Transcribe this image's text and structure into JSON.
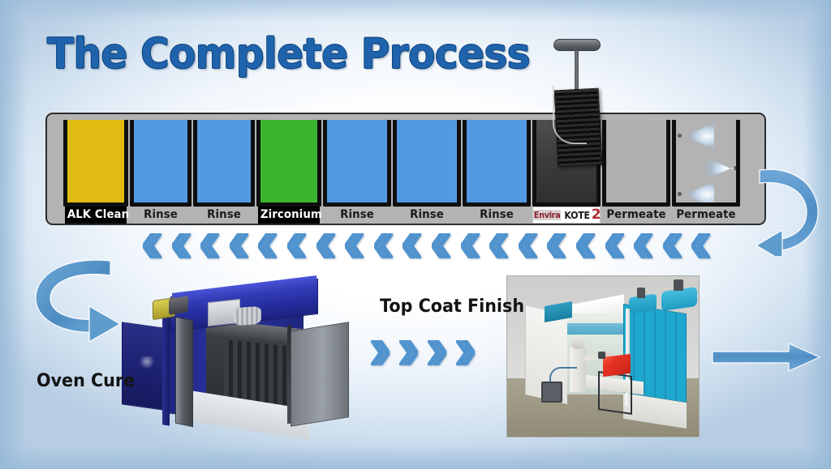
{
  "page": {
    "title": "The Complete Process",
    "accent_blue": "#1f63ad",
    "chevron_blue": "#5093ce",
    "arrow_blue": "#5e9ccd"
  },
  "pretreatment_line": {
    "name": "Pretreatment wash line",
    "tanks": [
      {
        "label": "ALK Clean",
        "color": "#e0bb11",
        "label_style": "inverted",
        "width": 80,
        "content": "liquid"
      },
      {
        "label": "Rinse",
        "color": "#529ae2",
        "label_style": "plain",
        "width": 76,
        "content": "liquid"
      },
      {
        "label": "Rinse",
        "color": "#529ae2",
        "label_style": "plain",
        "width": 76,
        "content": "liquid"
      },
      {
        "label": "Zirconium",
        "color": "#3cb52e",
        "label_style": "inverted",
        "width": 80,
        "content": "liquid"
      },
      {
        "label": "Rinse",
        "color": "#529ae2",
        "label_style": "plain",
        "width": 84,
        "content": "liquid"
      },
      {
        "label": "Rinse",
        "color": "#529ae2",
        "label_style": "plain",
        "width": 84,
        "content": "liquid"
      },
      {
        "label": "Rinse",
        "color": "#529ae2",
        "label_style": "plain",
        "width": 84,
        "content": "liquid"
      },
      {
        "label": "EnviroKOTE2",
        "color": "#454545",
        "label_style": "logo",
        "width": 84,
        "content": "coating"
      },
      {
        "label": "Permeate",
        "color": "#b0b0b0",
        "label_style": "plain",
        "width": 84,
        "content": "empty"
      },
      {
        "label": "Permeate",
        "color": "#b3b3b3",
        "label_style": "plain",
        "width": 84,
        "content": "spray"
      }
    ],
    "logo": {
      "part_a": "Envira",
      "part_b": "KOTE",
      "part_c": "2"
    }
  },
  "hanger": {
    "name": "Overhead conveyor hanger with part",
    "label": "hanging part"
  },
  "flow": {
    "top_row_chevrons": 20,
    "top_row_direction": "left",
    "mid_row_chevrons": 4,
    "mid_row_direction": "right",
    "return_loop_right": "curved arrow right",
    "return_loop_left": "curved arrow left",
    "exit_arrow": "straight arrow right"
  },
  "stations": {
    "oven": {
      "caption": "Oven Cure",
      "image_alt": "Blue industrial batch curing oven with open gray doors"
    },
    "topcoat": {
      "caption": "Top Coat Finish",
      "image_alt": "Paint spray booth with operator spraying a red part"
    }
  }
}
